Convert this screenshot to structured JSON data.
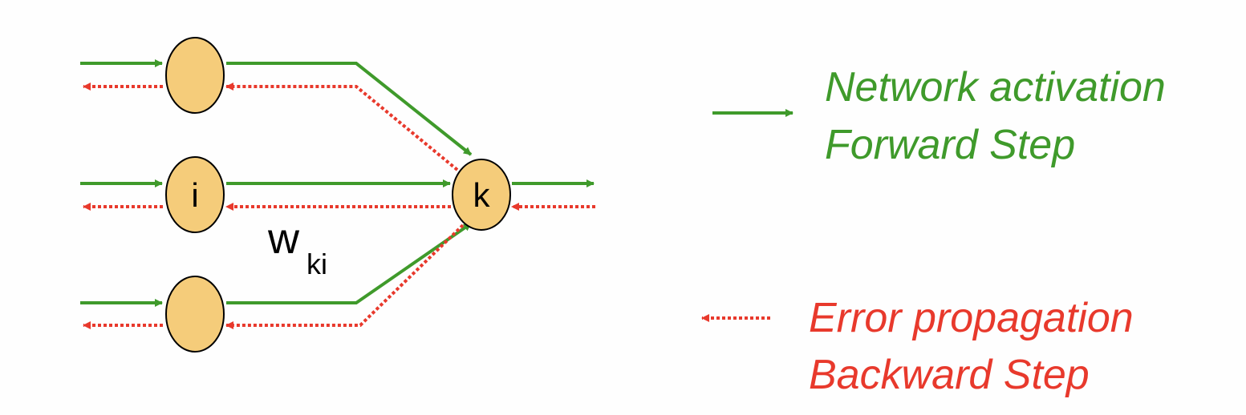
{
  "colors": {
    "forward": "#3f9a2b",
    "backward": "#e8392c",
    "node_fill": "#f5cc7a",
    "node_stroke": "#000000"
  },
  "nodes": {
    "i_label": "i",
    "k_label": "k"
  },
  "weight": {
    "main": "w",
    "sub": "ki"
  },
  "legend": {
    "forward_line1": "Network activation",
    "forward_line2": "Forward Step",
    "backward_line1": "Error propagation",
    "backward_line2": "Backward Step"
  }
}
